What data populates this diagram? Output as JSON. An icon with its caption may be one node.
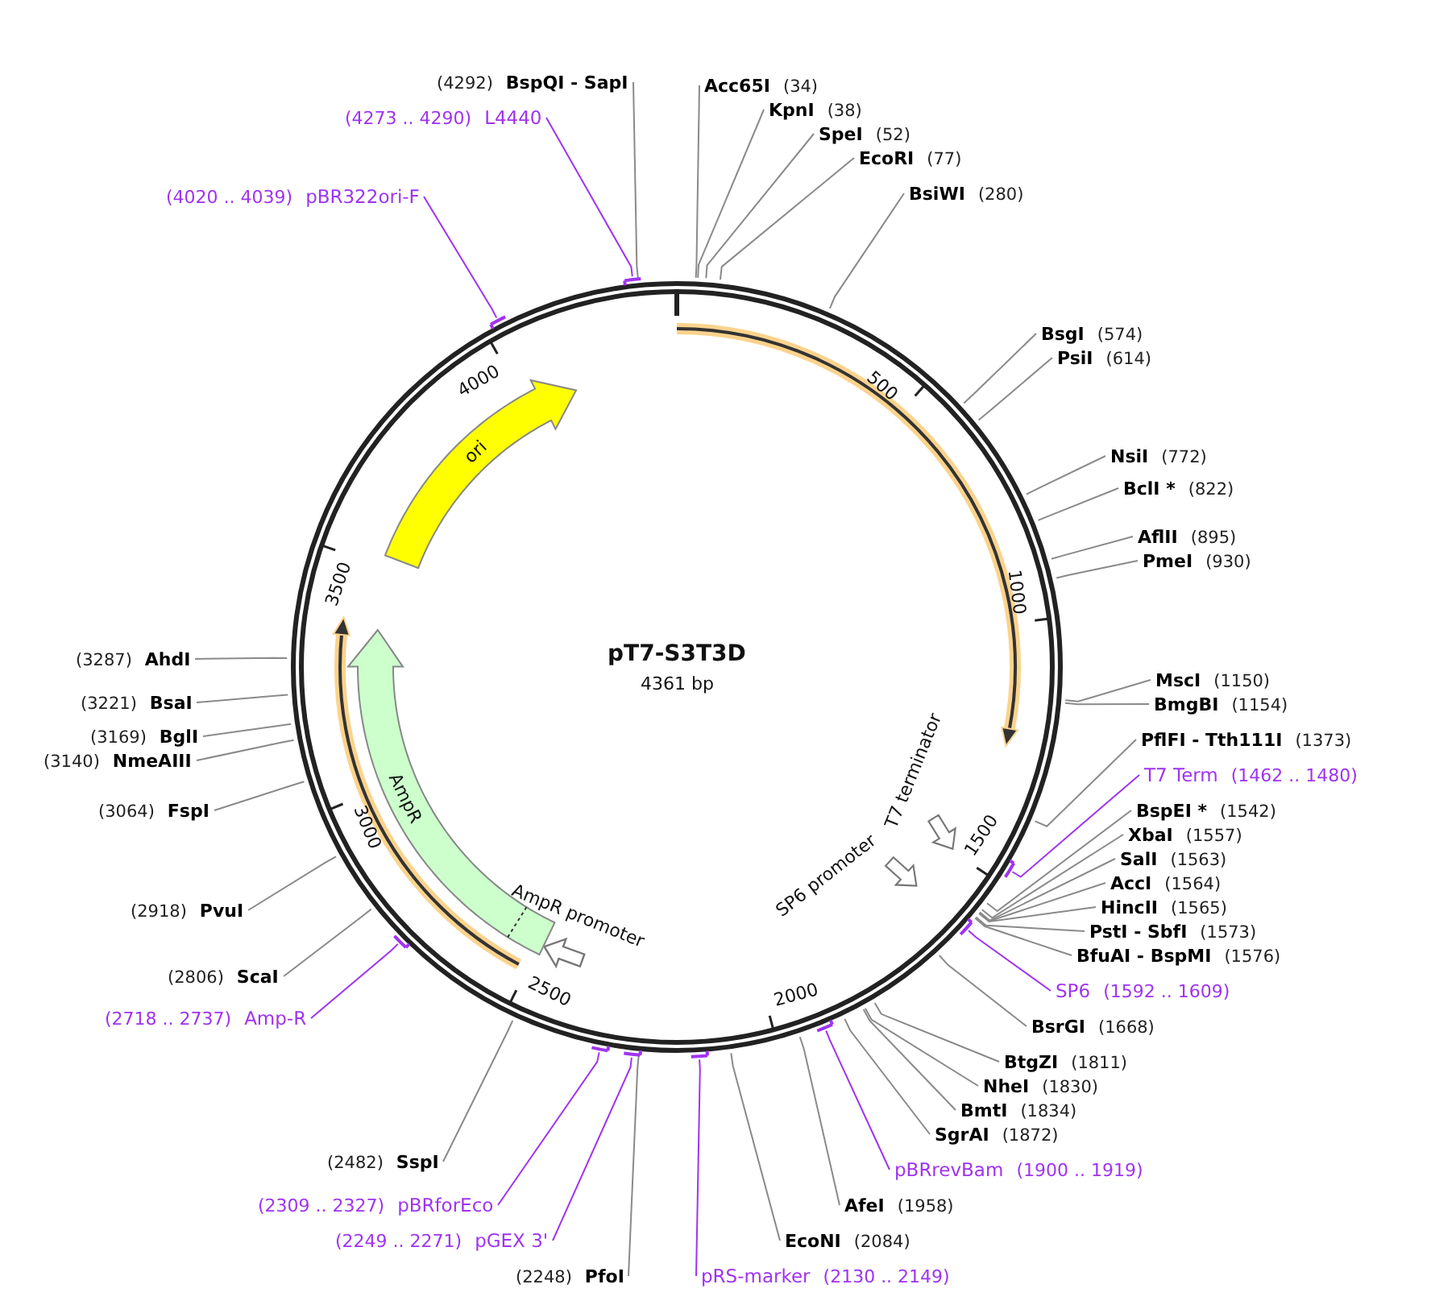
{
  "diagram": {
    "title": "pT7-S3T3D",
    "nodes": [
      {
        "text": [
          "BspQI - SapI"
        ],
        "beside": [
          "(4292)"
        ]
      },
      {
        "text": [
          "Acc65I"
        ],
        "beside": [
          "(34)"
        ]
      },
      {
        "text": [
          "KpnI"
        ],
        "beside": [
          "(38)"
        ]
      },
      {
        "text": [
          "SpeI"
        ],
        "beside": [
          "(52)"
        ]
      },
      {
        "text": [
          "EcoRI"
        ],
        "beside": [
          "(77)"
        ]
      },
      {
        "text": [
          "BsiWI"
        ],
        "beside": [
          "(280)"
        ]
      },
      {
        "text": [
          "BsgI"
        ],
        "beside": [
          "(574)"
        ]
      },
      {
        "text": [
          "PsiI"
        ],
        "beside": [
          "(614)"
        ]
      },
      {
        "text": [
          "NsiI"
        ],
        "beside": [
          "(772)"
        ]
      },
      {
        "text": [
          "BclI *"
        ],
        "beside": [
          "(822)"
        ]
      },
      {
        "text": [
          "AflII"
        ],
        "beside": [
          "(895)"
        ]
      },
      {
        "text": [
          "PmeI"
        ],
        "beside": [
          "(930)"
        ]
      },
      {
        "text": [
          "MscI"
        ],
        "beside": [
          "(1150)"
        ]
      },
      {
        "text": [
          "BmgBI"
        ],
        "beside": [
          "(1154)"
        ]
      },
      {
        "text": [
          "PflFI - Tth111I"
        ],
        "beside": [
          "(1373)"
        ]
      },
      {
        "text": [
          "T7 Term"
        ],
        "beside": [
          "(1462 .. 1480)"
        ]
      },
      {
        "text": [
          "BspEI *"
        ],
        "beside": [
          "(1542)"
        ]
      },
      {
        "text": [
          "XbaI"
        ],
        "beside": [
          "(1557)"
        ]
      },
      {
        "text": [
          "SalI"
        ],
        "beside": [
          "(1563)"
        ]
      },
      {
        "text": [
          "AccI"
        ],
        "beside": [
          "(1564)"
        ]
      },
      {
        "text": [
          "HincII"
        ],
        "beside": [
          "(1565)"
        ]
      },
      {
        "text": [
          "PstI - SbfI"
        ],
        "beside": [
          "(1573)"
        ]
      },
      {
        "text": [
          "BfuAI - BspMI"
        ],
        "beside": [
          "(1576)"
        ]
      },
      {
        "text": [
          "SP6"
        ],
        "beside": [
          "(1592 .. 1609)"
        ]
      },
      {
        "text": [
          "BsrGI"
        ],
        "beside": [
          "(1668)"
        ]
      },
      {
        "text": [
          "BtgZI"
        ],
        "beside": [
          "(1811)"
        ]
      },
      {
        "text": [
          "NheI"
        ],
        "beside": [
          "(1830)"
        ]
      },
      {
        "text": [
          "BmtI"
        ],
        "beside": [
          "(1834)"
        ]
      },
      {
        "text": [
          "SgrAI"
        ],
        "beside": [
          "(1872)"
        ]
      },
      {
        "text": [
          "pBRrevBam"
        ],
        "beside": [
          "(1900 .. 1919)"
        ]
      },
      {
        "text": [
          "AfeI"
        ],
        "beside": [
          "(1958)"
        ]
      },
      {
        "text": [
          "EcoNI"
        ],
        "beside": [
          "(2084)"
        ]
      },
      {
        "text": [
          "pRS-marker"
        ],
        "beside": [
          "(2130 .. 2149)"
        ]
      },
      {
        "text": [
          "PfoI"
        ],
        "beside": [
          "(2248)"
        ]
      },
      {
        "text": [
          "pGEX 3'"
        ],
        "beside": [
          "(2249 .. 2271)"
        ]
      },
      {
        "text": [
          "pBRforEco"
        ],
        "beside": [
          "(2309 .. 2327)"
        ]
      },
      {
        "text": [
          "SspI"
        ],
        "beside": [
          "(2482)"
        ]
      },
      {
        "text": [
          "Amp-R"
        ],
        "beside": [
          "(2718 .. 2737)"
        ]
      },
      {
        "text": [
          "ScaI"
        ],
        "beside": [
          "(2806)"
        ]
      },
      {
        "text": [
          "PvuI"
        ],
        "beside": [
          "(2918)"
        ]
      },
      {
        "text": [
          "FspI"
        ],
        "beside": [
          "(3064)"
        ]
      },
      {
        "text": [
          "NmeAIII"
        ],
        "beside": [
          "(3140)"
        ]
      },
      {
        "text": [
          "BglI"
        ],
        "beside": [
          "(3169)"
        ]
      },
      {
        "text": [
          "BsaI"
        ],
        "beside": [
          "(3221)"
        ]
      },
      {
        "text": [
          "AhdI"
        ],
        "beside": [
          "(3287)"
        ]
      },
      {
        "text": [
          "pBR322ori-F"
        ],
        "beside": [
          "(4020 .. 4039)"
        ]
      },
      {
        "text": [
          "L4440"
        ],
        "beside": [
          "(4273 .. 4290)"
        ]
      },
      {
        "text": [
          "ori"
        ]
      },
      {
        "text": [
          "AmpR"
        ]
      }
    ],
    "edges": [
      {
        "from": 0,
        "to": null,
        "arrow": "none"
      },
      {
        "from": 1,
        "to": null,
        "arrow": "none"
      },
      {
        "from": 2,
        "to": null,
        "arrow": "none"
      },
      {
        "from": 3,
        "to": null,
        "arrow": "none"
      },
      {
        "from": 4,
        "to": null,
        "arrow": "none"
      },
      {
        "from": 5,
        "to": null,
        "arrow": "none"
      },
      {
        "from": 6,
        "to": null,
        "arrow": "none"
      },
      {
        "from": 7,
        "to": null,
        "arrow": "none"
      },
      {
        "from": 8,
        "to": null,
        "arrow": "none"
      },
      {
        "from": 9,
        "to": null,
        "arrow": "none"
      },
      {
        "from": 10,
        "to": null,
        "arrow": "none"
      },
      {
        "from": 11,
        "to": null,
        "arrow": "none"
      },
      {
        "from": 12,
        "to": null,
        "arrow": "none"
      },
      {
        "from": 13,
        "to": null,
        "arrow": "none"
      },
      {
        "from": 14,
        "to": null,
        "arrow": "none"
      },
      {
        "from": 15,
        "to": null,
        "arrow": "none",
        "color": "#a033f0"
      },
      {
        "from": 16,
        "to": null,
        "arrow": "none"
      },
      {
        "from": 17,
        "to": null,
        "arrow": "none"
      },
      {
        "from": 18,
        "to": null,
        "arrow": "none"
      },
      {
        "from": 19,
        "to": null,
        "arrow": "none"
      },
      {
        "from": 20,
        "to": null,
        "arrow": "none"
      },
      {
        "from": 21,
        "to": null,
        "arrow": "none"
      },
      {
        "from": 22,
        "to": null,
        "arrow": "none"
      },
      {
        "from": 23,
        "to": null,
        "arrow": "none",
        "color": "#a033f0"
      },
      {
        "from": 24,
        "to": null,
        "arrow": "none"
      },
      {
        "from": 25,
        "to": null,
        "arrow": "none"
      },
      {
        "from": 26,
        "to": null,
        "arrow": "none"
      },
      {
        "from": 27,
        "to": null,
        "arrow": "none"
      },
      {
        "from": 28,
        "to": null,
        "arrow": "none"
      },
      {
        "from": 29,
        "to": null,
        "arrow": "none",
        "color": "#a033f0"
      },
      {
        "from": 30,
        "to": null,
        "arrow": "none"
      },
      {
        "from": 31,
        "to": null,
        "arrow": "none"
      },
      {
        "from": 32,
        "to": null,
        "arrow": "none",
        "color": "#a033f0"
      },
      {
        "from": 33,
        "to": null,
        "arrow": "none"
      },
      {
        "from": 34,
        "to": null,
        "arrow": "none",
        "color": "#a033f0"
      },
      {
        "from": 35,
        "to": null,
        "arrow": "none",
        "color": "#a033f0"
      },
      {
        "from": 36,
        "to": null,
        "arrow": "none"
      },
      {
        "from": 37,
        "to": null,
        "arrow": "none",
        "color": "#a033f0"
      },
      {
        "from": 38,
        "to": null,
        "arrow": "none"
      },
      {
        "from": 39,
        "to": null,
        "arrow": "none"
      },
      {
        "from": 40,
        "to": null,
        "arrow": "none"
      },
      {
        "from": 41,
        "to": null,
        "arrow": "none"
      },
      {
        "from": 42,
        "to": null,
        "arrow": "none"
      },
      {
        "from": 43,
        "to": null,
        "arrow": "none"
      },
      {
        "from": 44,
        "to": null,
        "arrow": "none"
      },
      {
        "from": 45,
        "to": null,
        "arrow": "none",
        "color": "#a033f0"
      },
      {
        "from": 46,
        "to": null,
        "arrow": "none",
        "color": "#a033f0"
      }
    ],
    "labels": [
      "4361 bp",
      "500",
      "1000",
      "1500",
      "2000",
      "2500",
      "3000",
      "3500",
      "4000",
      "AmpR promoter",
      "SP6 promoter",
      "T7 terminator"
    ]
  }
}
